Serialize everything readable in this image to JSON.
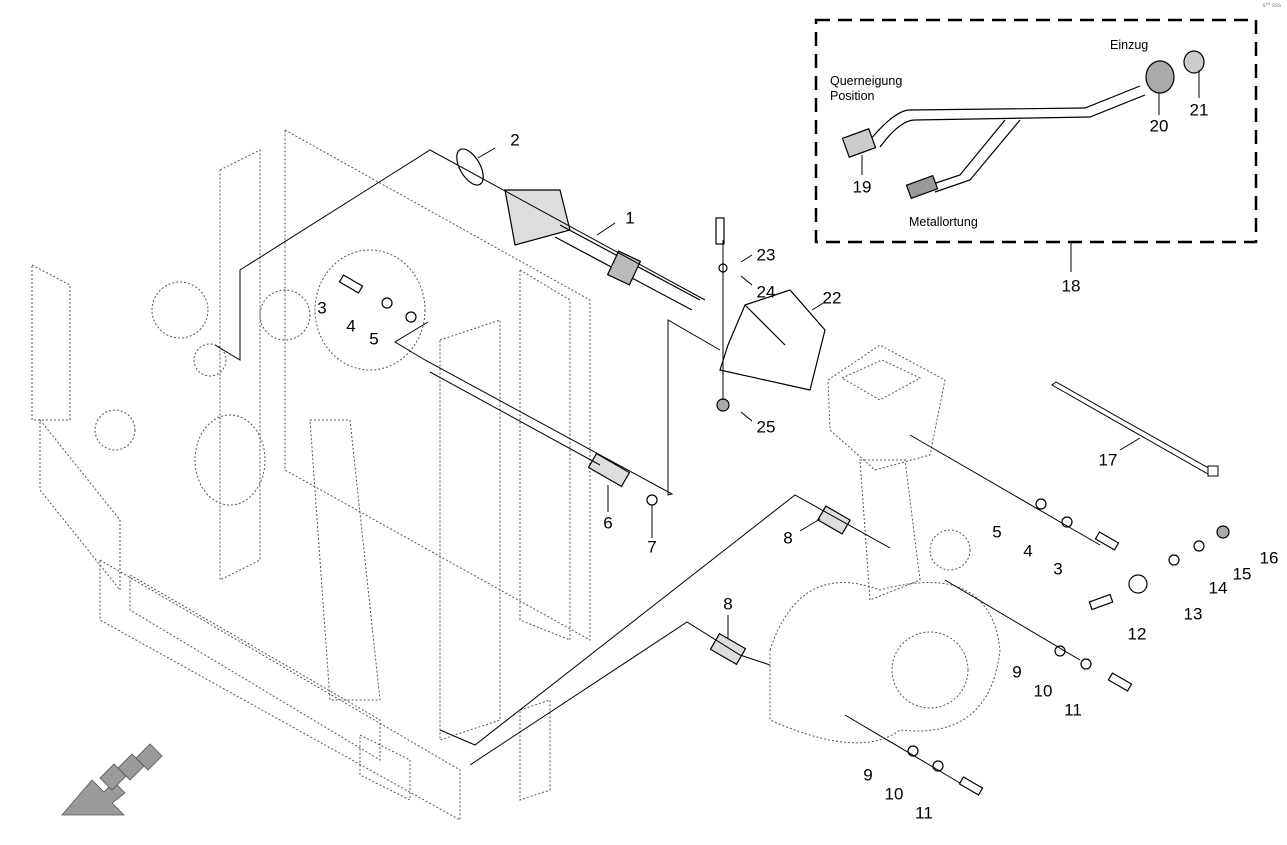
{
  "diagram": {
    "corner_code": "s** sss",
    "inset": {
      "callout": "18",
      "labels": {
        "einzug": "Einzug",
        "querneigung": "Querneigung",
        "position": "Position",
        "metallortung": "Metallortung"
      }
    },
    "callouts": [
      {
        "id": "c2",
        "text": "2"
      },
      {
        "id": "c1",
        "text": "1"
      },
      {
        "id": "c23",
        "text": "23"
      },
      {
        "id": "c24",
        "text": "24"
      },
      {
        "id": "c22",
        "text": "22"
      },
      {
        "id": "c25",
        "text": "25"
      },
      {
        "id": "c3a",
        "text": "3"
      },
      {
        "id": "c4a",
        "text": "4"
      },
      {
        "id": "c5a",
        "text": "5"
      },
      {
        "id": "c6",
        "text": "6"
      },
      {
        "id": "c7",
        "text": "7"
      },
      {
        "id": "c8a",
        "text": "8"
      },
      {
        "id": "c8b",
        "text": "8"
      },
      {
        "id": "c17",
        "text": "17"
      },
      {
        "id": "c5b",
        "text": "5"
      },
      {
        "id": "c4b",
        "text": "4"
      },
      {
        "id": "c3b",
        "text": "3"
      },
      {
        "id": "c16",
        "text": "16"
      },
      {
        "id": "c15",
        "text": "15"
      },
      {
        "id": "c14",
        "text": "14"
      },
      {
        "id": "c13",
        "text": "13"
      },
      {
        "id": "c12",
        "text": "12"
      },
      {
        "id": "c9a",
        "text": "9"
      },
      {
        "id": "c10a",
        "text": "10"
      },
      {
        "id": "c11a",
        "text": "11"
      },
      {
        "id": "c9b",
        "text": "9"
      },
      {
        "id": "c10b",
        "text": "10"
      },
      {
        "id": "c11b",
        "text": "11"
      },
      {
        "id": "c19",
        "text": "19"
      },
      {
        "id": "c20",
        "text": "20"
      },
      {
        "id": "c21",
        "text": "21"
      }
    ],
    "colors": {
      "line": "#000000",
      "frame": "#555555",
      "arrow": "#9a9a9a"
    }
  }
}
